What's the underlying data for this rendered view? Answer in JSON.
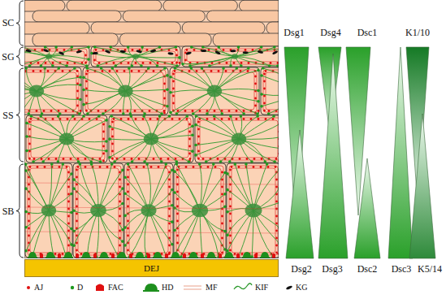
{
  "diagram": {
    "nodes": [
      {
        "text": [
          "DEJ"
        ]
      }
    ],
    "labels": [
      "SC",
      "SG",
      "SS",
      "SB",
      "Dsg1",
      "Dsg4",
      "Dsc1",
      "K1/10",
      "Dsg2",
      "Dsg3",
      "Dsc2",
      "Dsc3",
      "K5/14"
    ],
    "legend": [
      {
        "text": "AJ"
      },
      {
        "text": "D"
      },
      {
        "text": "FAC"
      },
      {
        "text": "HD"
      },
      {
        "text": "MF"
      },
      {
        "text": "KIF"
      },
      {
        "text": "KG"
      }
    ]
  }
}
